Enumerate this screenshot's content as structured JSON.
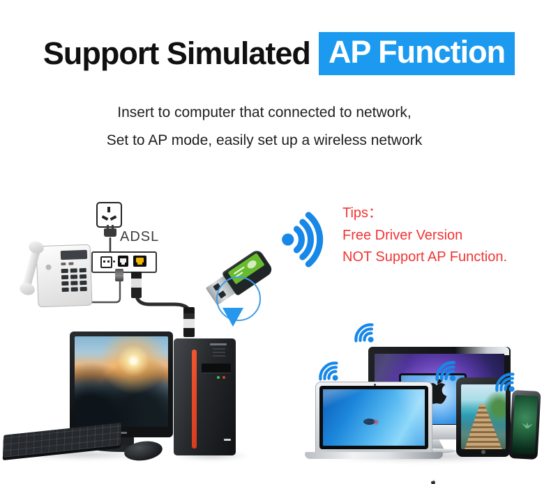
{
  "title": {
    "lead": "Support Simulated",
    "highlight": "AP Function"
  },
  "subtitle": {
    "lines": [
      "Insert to computer that connected to network,",
      "Set to AP mode, easily set up a wireless network"
    ]
  },
  "diagram": {
    "adsl_label": "ADSL",
    "parts": [
      "power-socket",
      "power-plug",
      "telephone",
      "adsl-modem",
      "phone-cable",
      "ethernet-cable",
      "rj45-connector",
      "usb-wifi-adapter",
      "desktop-computer"
    ]
  },
  "tips": {
    "heading": "Tips：",
    "lines": [
      "Free Driver Version",
      "NOT Support AP Function."
    ]
  },
  "devices": [
    "television",
    "imac",
    "macbook",
    "ipad",
    "iphone"
  ],
  "icons": {
    "wifi": "wifi-signal",
    "apple": "apple-logo",
    "pointer": "down-arrow",
    "socket": "power-socket"
  },
  "colors": {
    "highlight_bg": "#1b9af0",
    "highlight_text": "#ffffff",
    "tip_red": "#f23434",
    "wifi_blue": "#1787e8",
    "lan_yellow": "#f2b705",
    "adapter_green": "#68bb2e",
    "tower_stripe": "#e64829"
  }
}
